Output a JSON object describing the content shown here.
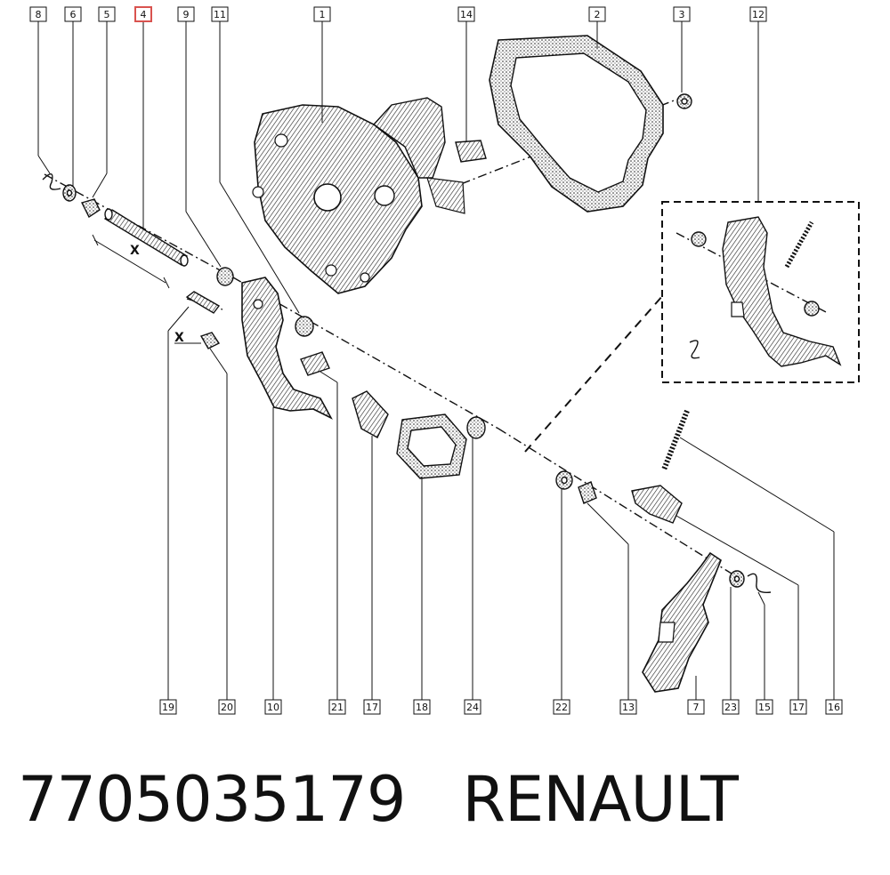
{
  "diagram": {
    "x_marker": "X",
    "highlight_color": "#d9534f",
    "callouts_top": [
      "8",
      "6",
      "5",
      "4",
      "9",
      "11",
      "1",
      "14",
      "2",
      "3",
      "12"
    ],
    "callouts_bottom": [
      "19",
      "20",
      "10",
      "21",
      "17",
      "18",
      "24",
      "22",
      "13",
      "7",
      "23",
      "15",
      "17",
      "16"
    ],
    "highlighted": "4"
  },
  "caption": {
    "part_number": "7705035179",
    "brand": "RENAULT"
  }
}
